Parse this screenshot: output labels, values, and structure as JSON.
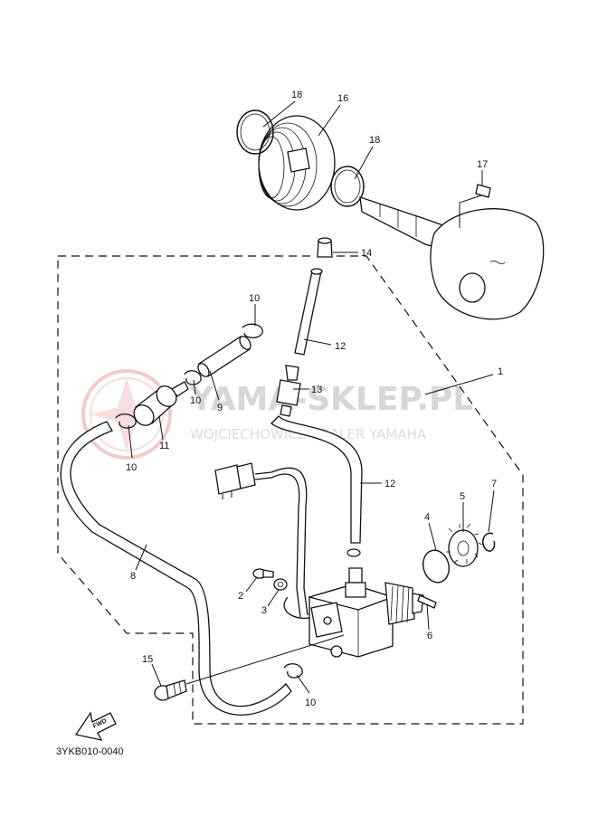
{
  "watermark": {
    "brand": "YAMA-SKLEP.PL",
    "dealer": "WOJCIECHOWICZ DEALER YAMAHA",
    "logo_color": "#e8a0a0"
  },
  "diagram_code": "3YKB010-0040",
  "fwd_label": "FWD",
  "callouts": [
    "18",
    "16",
    "18",
    "17",
    "14",
    "10",
    "12",
    "1",
    "13",
    "9",
    "10",
    "11",
    "10",
    "12",
    "7",
    "5",
    "4",
    "8",
    "2",
    "3",
    "6",
    "15",
    "10"
  ]
}
